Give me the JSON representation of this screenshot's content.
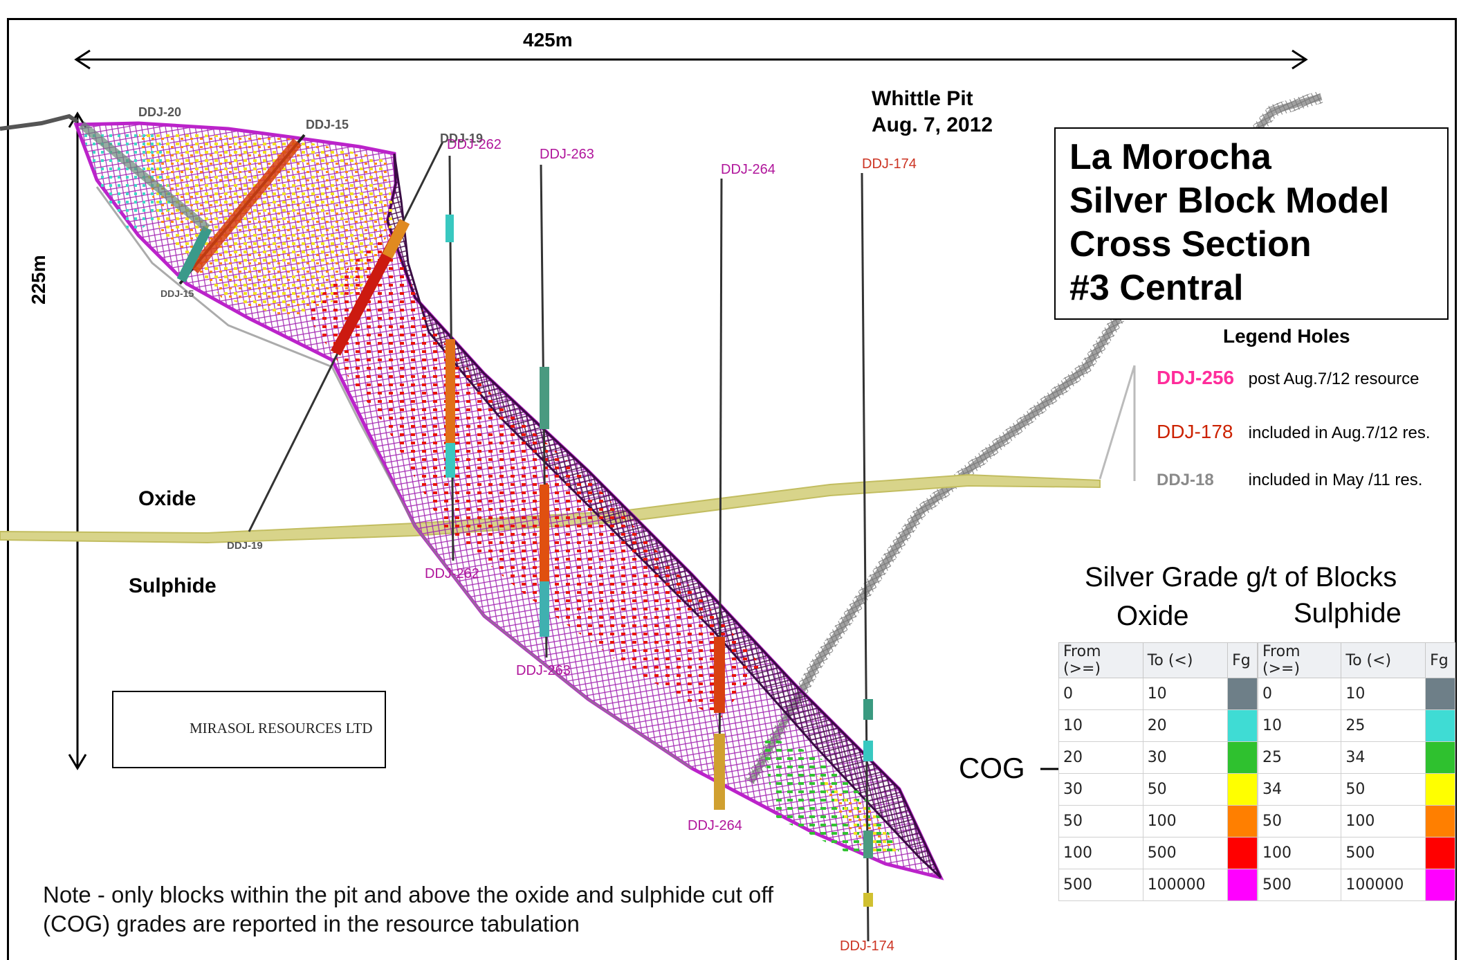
{
  "dimension_labels": {
    "width": "425m",
    "depth": "225m"
  },
  "pit_label": {
    "line1": "Whittle Pit",
    "line2": "Aug. 7, 2012"
  },
  "title": [
    "La Morocha",
    "Silver Block Model",
    "Cross Section",
    "#3 Central"
  ],
  "zone_labels": {
    "oxide": "Oxide",
    "sulphide": "Sulphide"
  },
  "drill_holes": [
    {
      "id": "DDJ-20"
    },
    {
      "id": "DDJ-15"
    },
    {
      "id": "DDJ-19"
    },
    {
      "id": "DDJ-262"
    },
    {
      "id": "DDJ-263"
    },
    {
      "id": "DDJ-264"
    },
    {
      "id": "DDJ-174"
    }
  ],
  "hole_labels_bottom": {
    "ddj15": "DDJ-15",
    "ddj19": "DDJ-19",
    "ddj262": "DDJ-262",
    "ddj263": "DDJ-263",
    "ddj264": "DDJ-264",
    "ddj174": "DDJ-174"
  },
  "legend": {
    "title": "Legend Holes",
    "items": [
      {
        "id": "DDJ-256",
        "desc": "post Aug.7/12 resource",
        "color": "#ff2d9b"
      },
      {
        "id": "DDJ-178",
        "desc": "included in Aug.7/12 res.",
        "color": "#cc2200"
      },
      {
        "id": "DDJ-18",
        "desc": "included in May /11 res.",
        "color": "#8a8a8a"
      }
    ]
  },
  "grade_table": {
    "title": "Silver Grade g/t of Blocks",
    "oxide_label": "Oxide",
    "sulphide_label": "Sulphide",
    "headers": [
      "From (>=)",
      "To (<)",
      "Fg"
    ],
    "oxide_rows": [
      [
        "0",
        "10"
      ],
      [
        "10",
        "20"
      ],
      [
        "20",
        "30"
      ],
      [
        "30",
        "50"
      ],
      [
        "50",
        "100"
      ],
      [
        "100",
        "500"
      ],
      [
        "500",
        "100000"
      ]
    ],
    "sulphide_rows": [
      [
        "0",
        "10"
      ],
      [
        "10",
        "25"
      ],
      [
        "25",
        "34"
      ],
      [
        "34",
        "50"
      ],
      [
        "50",
        "100"
      ],
      [
        "100",
        "500"
      ],
      [
        "500",
        "100000"
      ]
    ],
    "colors": [
      "#6e7f88",
      "#3fdcd4",
      "#2fc12f",
      "#ffff00",
      "#ff7f00",
      "#ff0000",
      "#ff00ff"
    ]
  },
  "cog_label": "COG",
  "company": "MIRASOL RESOURCES LTD",
  "note": {
    "line1": "Note - only blocks within the pit and above the oxide and sulphide cut off",
    "line2": "(COG) grades are reported in the resource tabulation"
  }
}
